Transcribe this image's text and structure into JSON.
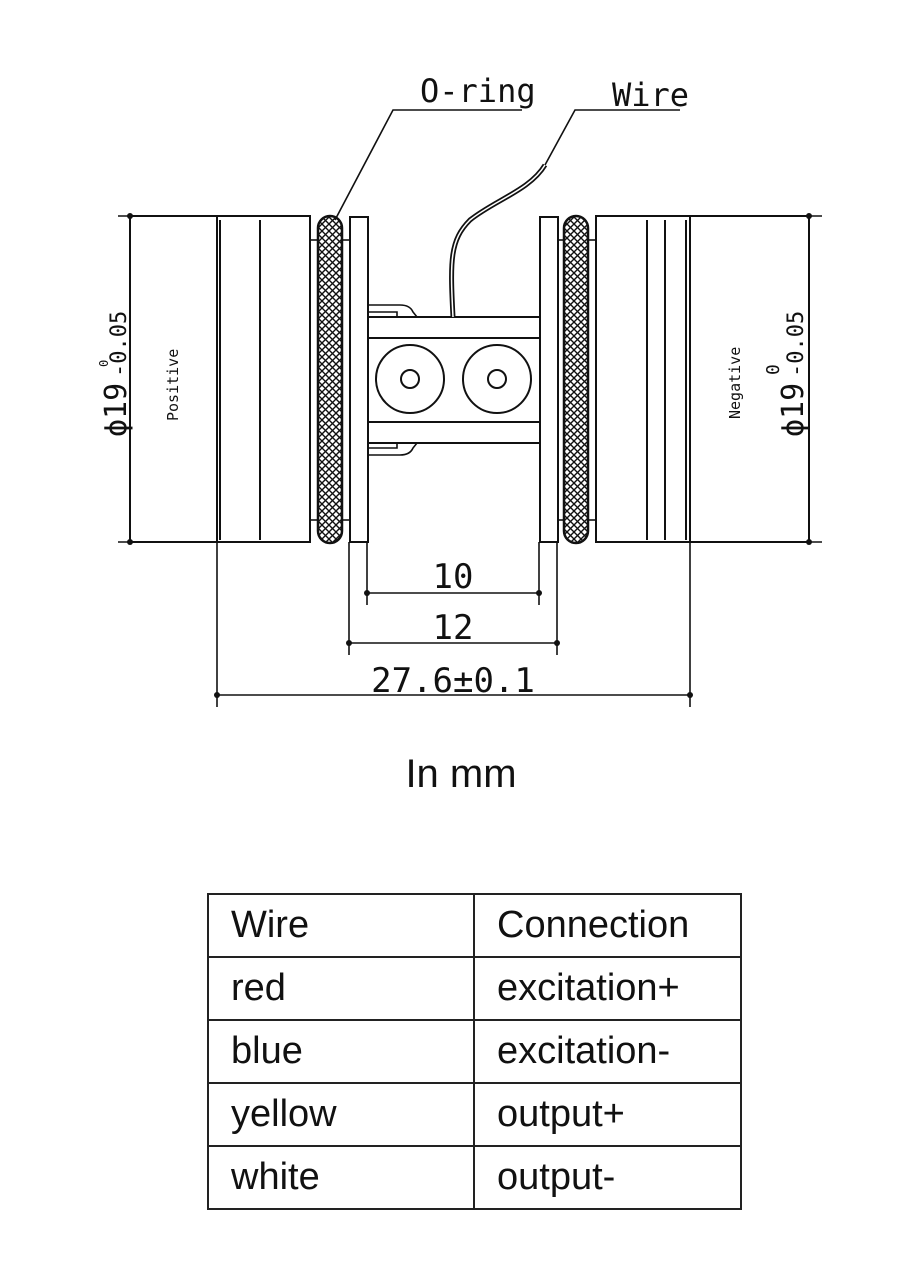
{
  "drawing": {
    "callouts": {
      "oring": "O-ring",
      "wire": "Wire"
    },
    "labels": {
      "positive": "Positive",
      "negative": "Negative"
    },
    "dimensions": {
      "diameter_left": "ϕ19",
      "diameter_left_tol_upper": "0",
      "diameter_left_tol_lower": "-0.05",
      "diameter_right": "ϕ19",
      "diameter_right_tol_upper": "0",
      "diameter_right_tol_lower": "-0.05",
      "inner_width": "10",
      "middle_width": "12",
      "overall_length": "27.6±0.1"
    }
  },
  "units_label": "In mm",
  "wiring_table": {
    "headers": [
      "Wire",
      "Connection"
    ],
    "rows": [
      [
        "red",
        "excitation+"
      ],
      [
        "blue",
        "excitation-"
      ],
      [
        "yellow",
        "output+"
      ],
      [
        "white",
        "output-"
      ]
    ]
  }
}
